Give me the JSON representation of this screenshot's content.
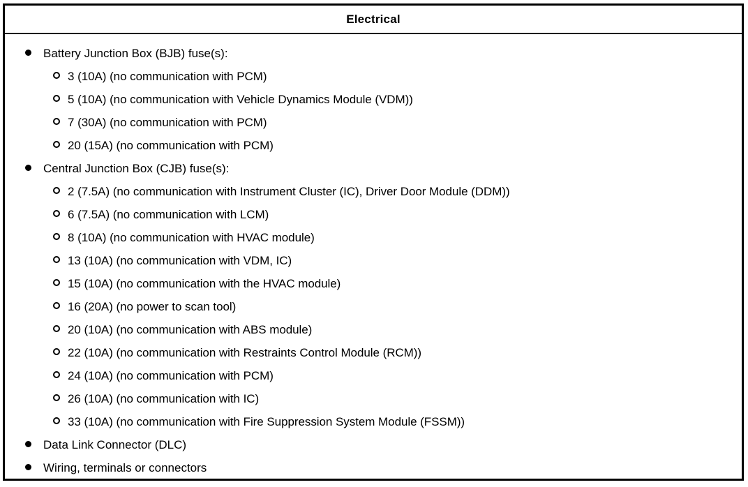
{
  "table": {
    "header": {
      "title": "Electrical"
    },
    "rows": [
      {
        "level": 1,
        "marker": "filled-disc",
        "text": "Battery Junction Box (BJB) fuse(s):"
      },
      {
        "level": 2,
        "marker": "hollow-circle",
        "text": "3 (10A) (no communication with PCM)"
      },
      {
        "level": 2,
        "marker": "hollow-circle",
        "text": "5 (10A) (no communication with Vehicle Dynamics Module (VDM))"
      },
      {
        "level": 2,
        "marker": "hollow-circle",
        "text": "7 (30A) (no communication with PCM)"
      },
      {
        "level": 2,
        "marker": "hollow-circle",
        "text": "20 (15A) (no communication with PCM)"
      },
      {
        "level": 1,
        "marker": "filled-disc",
        "text": "Central Junction Box (CJB) fuse(s):"
      },
      {
        "level": 2,
        "marker": "hollow-circle",
        "text": "2 (7.5A) (no communication with Instrument Cluster (IC), Driver Door Module (DDM))"
      },
      {
        "level": 2,
        "marker": "hollow-circle",
        "text": "6 (7.5A) (no communication with LCM)"
      },
      {
        "level": 2,
        "marker": "hollow-circle",
        "text": "8 (10A) (no communication with HVAC module)"
      },
      {
        "level": 2,
        "marker": "hollow-circle",
        "text": "13 (10A) (no communication with VDM, IC)"
      },
      {
        "level": 2,
        "marker": "hollow-circle",
        "text": "15 (10A) (no communication with the HVAC module)"
      },
      {
        "level": 2,
        "marker": "hollow-circle",
        "text": "16 (20A) (no power to scan tool)"
      },
      {
        "level": 2,
        "marker": "hollow-circle",
        "text": "20 (10A) (no communication with ABS module)"
      },
      {
        "level": 2,
        "marker": "hollow-circle",
        "text": "22 (10A) (no communication with Restraints Control Module (RCM))"
      },
      {
        "level": 2,
        "marker": "hollow-circle",
        "text": "24 (10A) (no communication with PCM)"
      },
      {
        "level": 2,
        "marker": "hollow-circle",
        "text": "26 (10A) (no communication with IC)"
      },
      {
        "level": 2,
        "marker": "hollow-circle",
        "text": "33 (10A) (no communication with Fire Suppression System Module (FSSM))"
      },
      {
        "level": 1,
        "marker": "filled-disc",
        "text": "Data Link Connector (DLC)"
      },
      {
        "level": 1,
        "marker": "filled-disc",
        "text": "Wiring, terminals or connectors"
      }
    ]
  },
  "colors": {
    "border": "#000000",
    "text": "#000000",
    "background": "#ffffff"
  }
}
